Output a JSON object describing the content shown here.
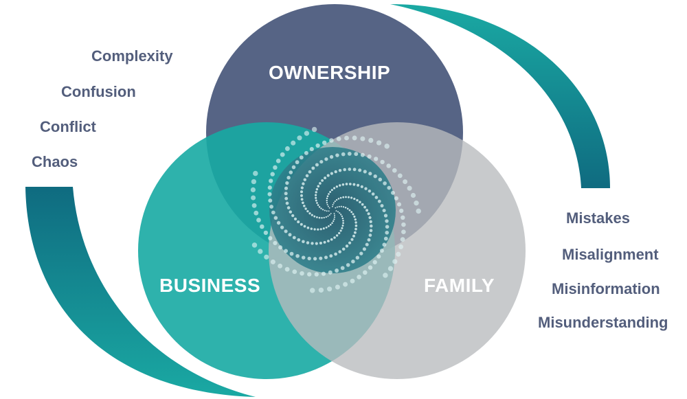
{
  "circles": {
    "ownership": {
      "label": "OWNERSHIP",
      "color": "#566485"
    },
    "business": {
      "label": "BUSINESS",
      "color": "#17aaa3"
    },
    "family": {
      "label": "FAMILY",
      "color": "#b9bbbe"
    }
  },
  "left_words": [
    "Complexity",
    "Confusion",
    "Conflict",
    "Chaos"
  ],
  "right_words": [
    "Mistakes",
    "Misalignment",
    "Misinformation",
    "Misunderstanding"
  ],
  "colors": {
    "text": "#535e7c",
    "teal_dark": "#0f6b80",
    "teal_light": "#1aa9a3",
    "spiral_dot": "#dff3f3"
  },
  "icons": {
    "left_arc": "curved-arrow-arc",
    "right_arc": "curved-arrow-arc",
    "center": "dotted-spiral"
  }
}
